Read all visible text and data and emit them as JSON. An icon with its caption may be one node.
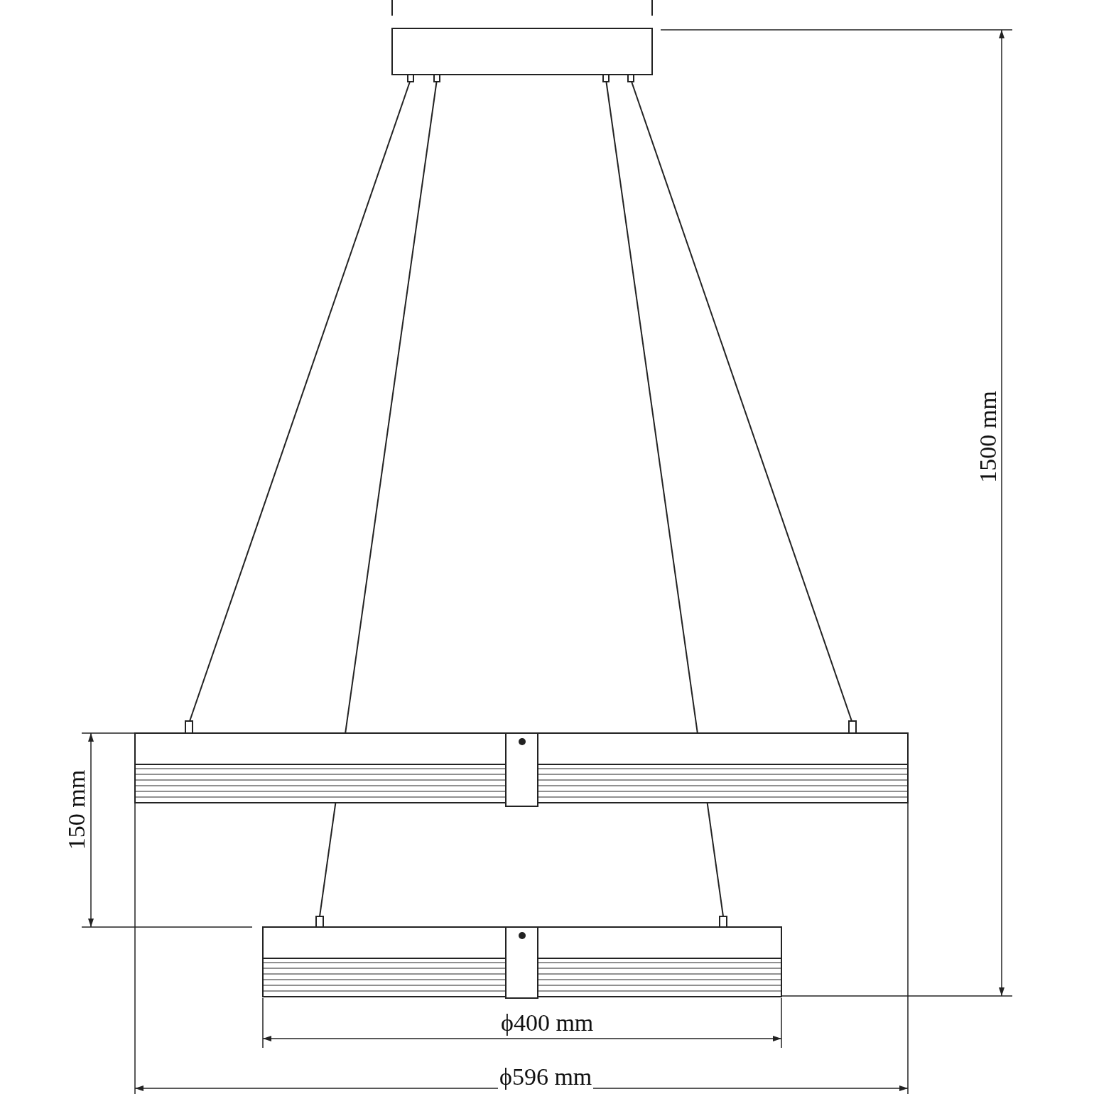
{
  "diagram": {
    "labels": [
      "1500 mm",
      "150 mm",
      "ϕ400 mm",
      "ϕ596 mm"
    ]
  }
}
